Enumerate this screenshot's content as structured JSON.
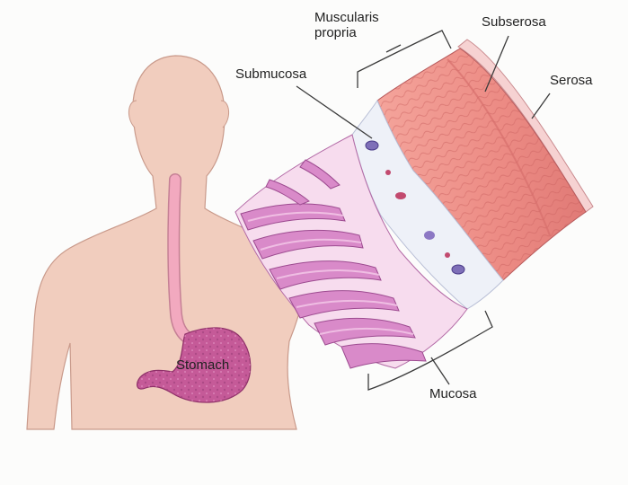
{
  "diagram": {
    "labels": {
      "muscularis_line1": "Muscularis",
      "muscularis_line2": "propria",
      "subserosa": "Subserosa",
      "serosa": "Serosa",
      "submucosa": "Submucosa",
      "stomach": "Stomach",
      "mucosa": "Mucosa"
    },
    "colors": {
      "skin": "#f1cdbe",
      "skin_outline": "#c99a8b",
      "esophagus": "#ef9fb6",
      "stomach_tissue": "#c55a98",
      "muscle": "#f08f88",
      "muscle_dark": "#d76f6c",
      "submucosa": "#eef1f8",
      "mucosa_fold": "#d98ac9",
      "mucosa_core": "#f7dcee",
      "serosa": "#f6d2d2",
      "callout_line": "#3b3b3b"
    }
  }
}
